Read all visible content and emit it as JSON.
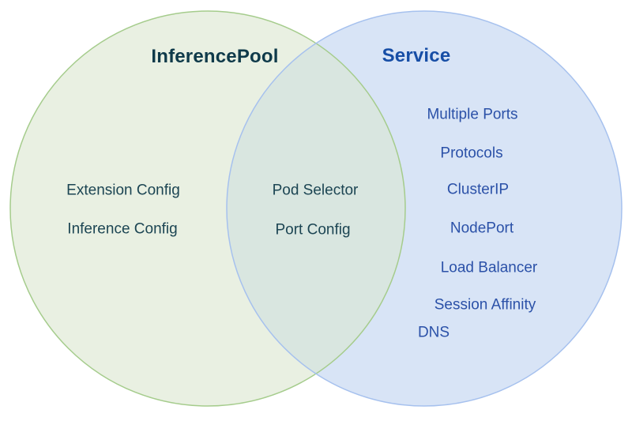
{
  "diagram": {
    "type": "venn",
    "left": {
      "title": "InferencePool",
      "items": [
        "Extension Config",
        "Inference Config"
      ]
    },
    "intersection": {
      "items": [
        "Pod Selector",
        "Port Config"
      ]
    },
    "right": {
      "title": "Service",
      "items": [
        "Multiple Ports",
        "Protocols",
        "ClusterIP",
        "NodePort",
        "Load Balancer",
        "Session Affinity",
        "DNS"
      ]
    },
    "colors": {
      "background": "#ffffff",
      "left_fill": "#e9f0e2",
      "left_stroke": "#a5cc8c",
      "right_fill": "#d8e4f6",
      "right_stroke": "#a6c1ee",
      "overlap_fill": "#d9e6e0",
      "left_title_text": "#0f3a4a",
      "left_item_text": "#1c4553",
      "right_title_text": "#174ea6",
      "right_item_text": "#2b51a8"
    }
  }
}
